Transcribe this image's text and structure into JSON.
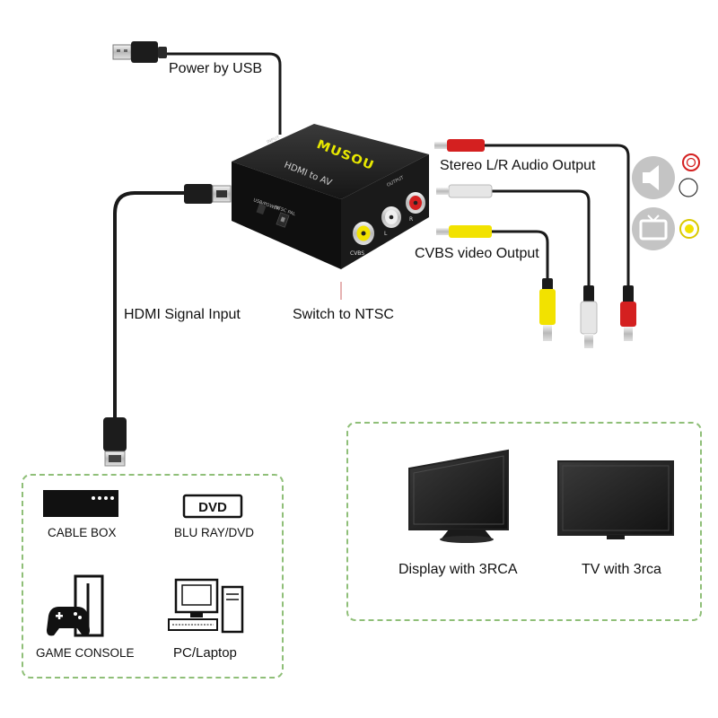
{
  "labels": {
    "power": "Power by USB",
    "audio_output": "Stereo L/R Audio Output",
    "video_output": "CVBS video Output",
    "hdmi_input": "HDMI Signal Input",
    "switch": "Switch to NTSC"
  },
  "converter": {
    "brand": "MUSOU",
    "model": "HDMI to AV",
    "port_cvbs": "CVBS",
    "port_l": "L",
    "port_r": "R"
  },
  "sources": [
    {
      "label": "CABLE BOX"
    },
    {
      "label": "BLU RAY/DVD",
      "badge": "DVD"
    },
    {
      "label": "GAME CONSOLE"
    },
    {
      "label": "PC/Laptop"
    }
  ],
  "targets": [
    {
      "label": "Display with 3RCA"
    },
    {
      "label": "TV with 3rca"
    }
  ],
  "colors": {
    "cable": "#1a1a1a",
    "rca_red": "#d42020",
    "rca_white": "#e8e8e8",
    "rca_yellow": "#f2e200",
    "panel_border": "#8fbf78",
    "brand_text": "#e8e800"
  },
  "icons": [
    "usb-plug-icon",
    "hdmi-plug-icon",
    "speaker-icon",
    "tv-icon",
    "cable-box-icon",
    "dvd-icon",
    "game-console-icon",
    "pc-icon",
    "monitor-icon",
    "tv-screen-icon"
  ]
}
